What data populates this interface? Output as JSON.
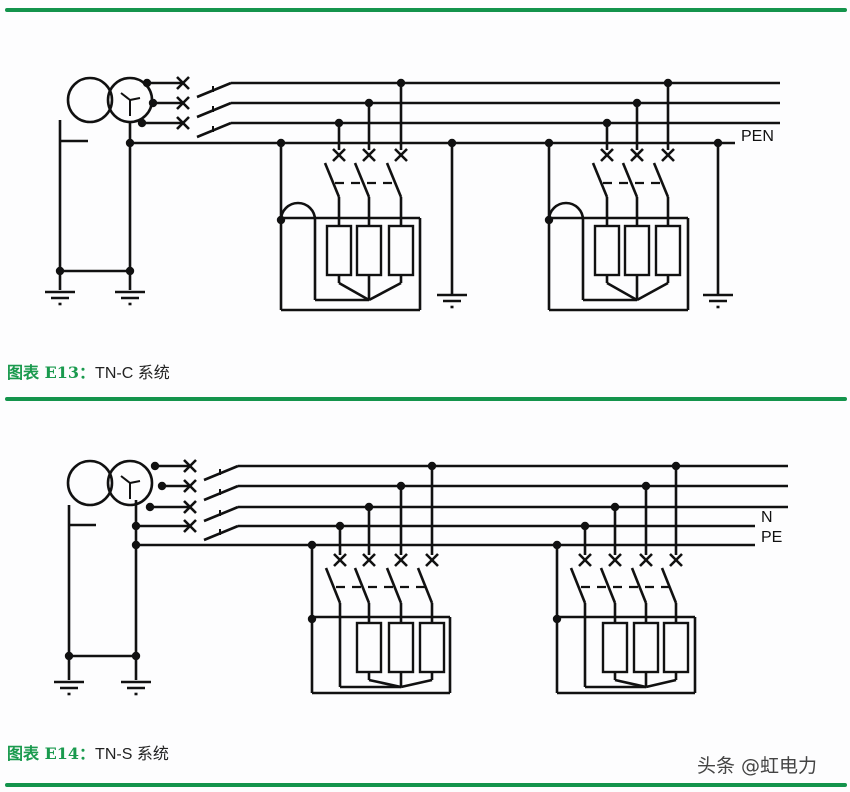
{
  "colors": {
    "accent": "#14944c",
    "line": "#111111"
  },
  "figure1": {
    "number": "图表 E13：",
    "title": "TN-C 系统",
    "labels": {
      "pen": "PEN"
    }
  },
  "figure2": {
    "number": "图表 E14：",
    "title": "TN-S 系统",
    "labels": {
      "n": "N",
      "pe": "PE"
    }
  },
  "watermark": "头条 @虹电力"
}
